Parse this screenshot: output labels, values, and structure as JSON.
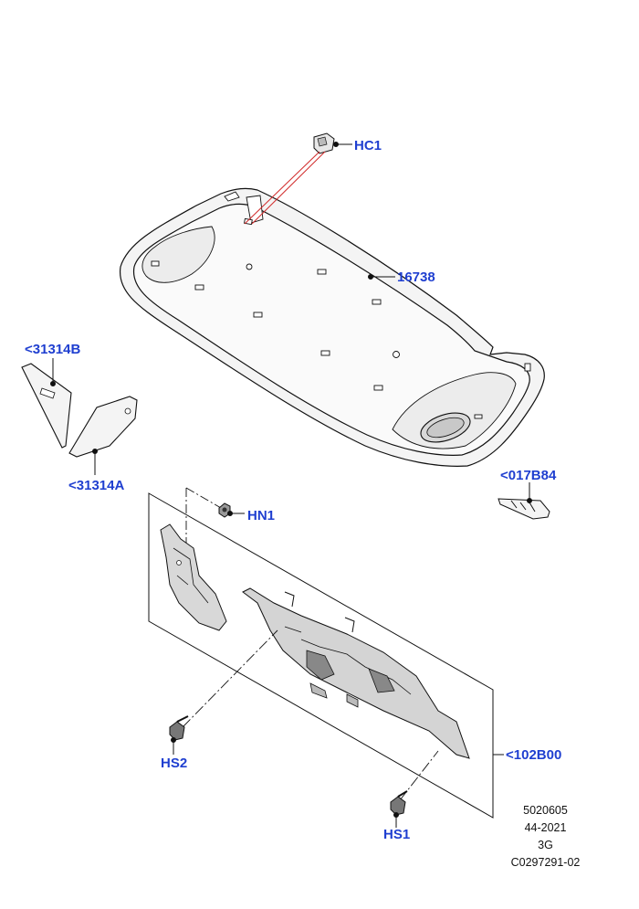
{
  "colors": {
    "callout_text": "#1f3fd0",
    "line": "#111111",
    "leader_red": "#d12a2a",
    "panel_fill": "#f6f6f6",
    "panel_shade": "#e4e4e4",
    "part_dark": "#2a2a2a"
  },
  "callouts": {
    "hc1": "HC1",
    "p16738": "16738",
    "p31314b": "<31314B",
    "p31314a": "<31314A",
    "p017b84": "<017B84",
    "hn1": "HN1",
    "p102b00": "<102B00",
    "hs2": "HS2",
    "hs1": "HS1"
  },
  "footer": {
    "line1": "5020605",
    "line2": "44-2021",
    "line3": "3G",
    "line4": "C0297291-02"
  }
}
